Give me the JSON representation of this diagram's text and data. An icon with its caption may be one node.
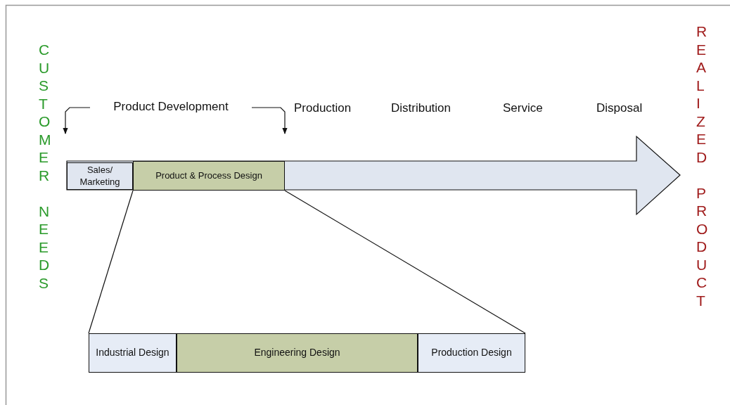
{
  "diagram": {
    "nodes": [
      {
        "text": [
          "Product Development"
        ]
      },
      {
        "text": [
          "Sales/ Marketing"
        ]
      },
      {
        "text": [
          "Product & Process Design"
        ]
      },
      {
        "text": [
          "Industrial Design"
        ]
      },
      {
        "text": [
          "Engineering Design"
        ]
      },
      {
        "text": [
          "Production Design"
        ]
      }
    ],
    "edges": [
      {
        "from": 0,
        "to": null,
        "arrow": "to"
      },
      {
        "from": 0,
        "to": null,
        "arrow": "to"
      },
      {
        "from": 2,
        "to": 3,
        "arrow": "none"
      },
      {
        "from": 2,
        "to": 5,
        "arrow": "none"
      }
    ],
    "labels": [
      "CUSTOMER NEEDS",
      "Production",
      "Distribution",
      "Service",
      "Disposal",
      "REALIZED PRODUCT"
    ]
  }
}
